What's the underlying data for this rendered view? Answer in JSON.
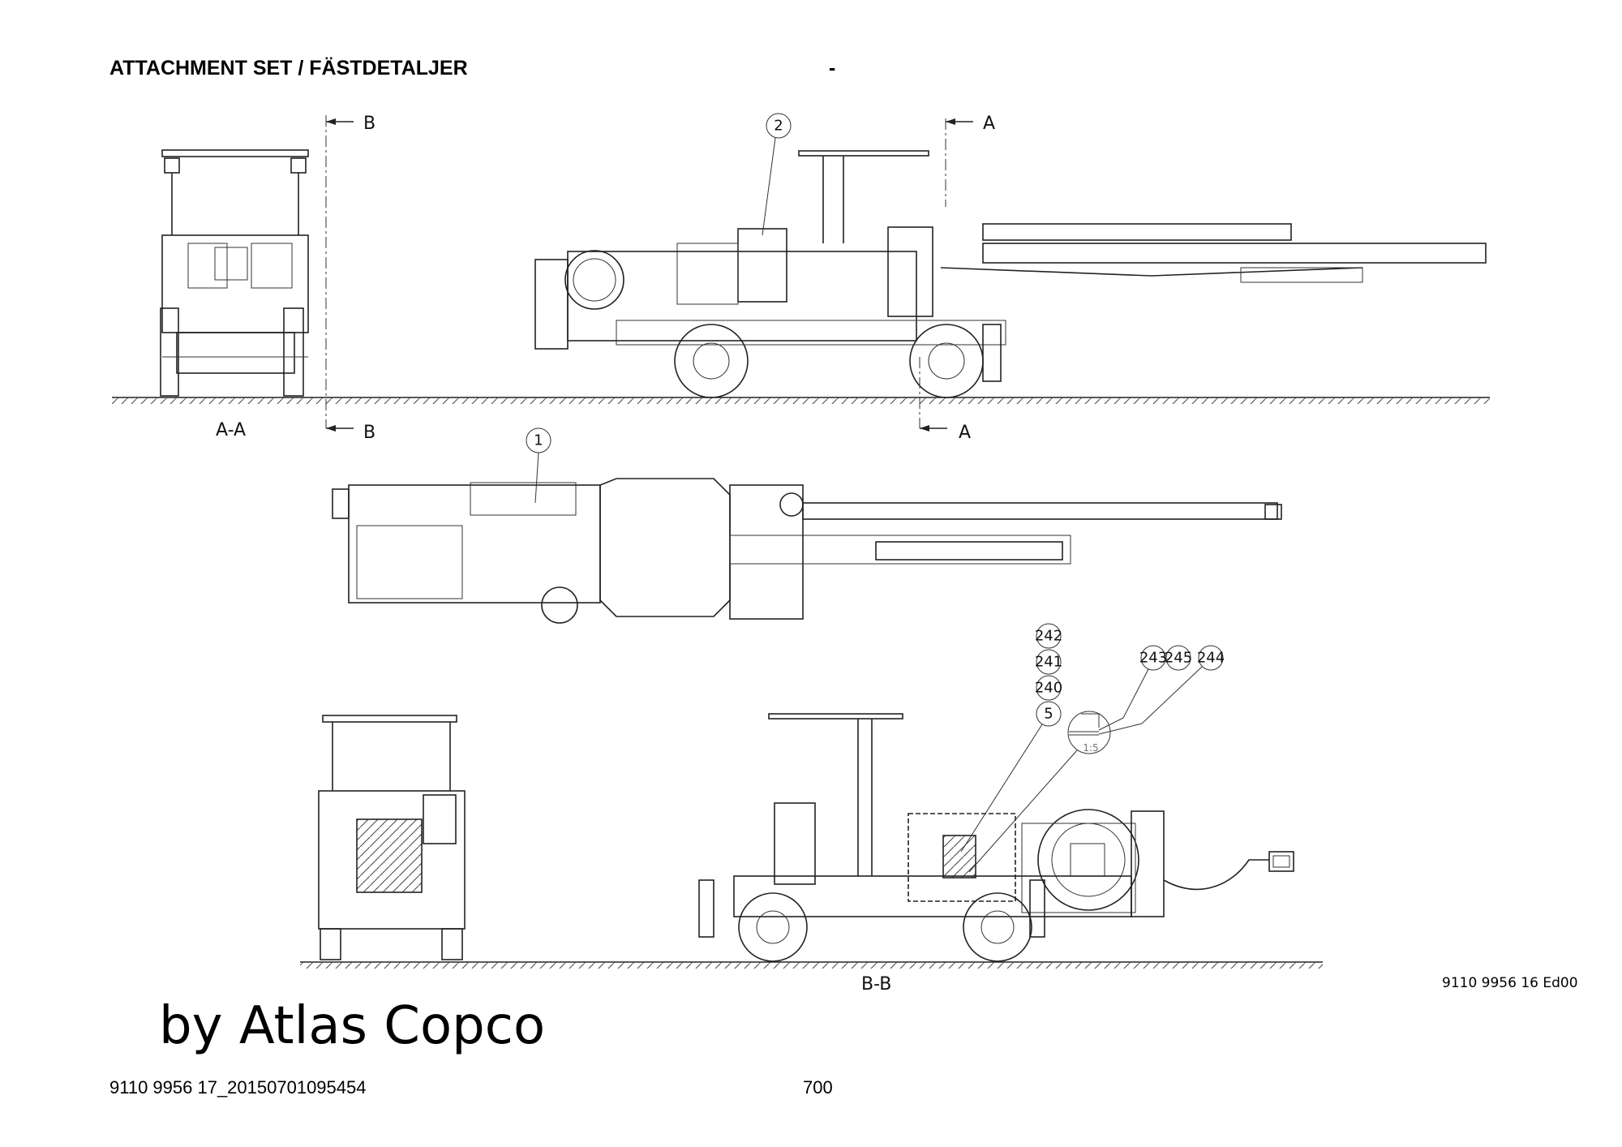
{
  "header": {
    "title": "ATTACHMENT SET / FÄSTDETALJER",
    "separator": "-"
  },
  "drawing": {
    "section_labels": {
      "aa": "A-A",
      "bb": "B-B",
      "a_top": "A",
      "a_bottom": "A",
      "b_top": "B",
      "b_bottom": "B"
    },
    "balloons": [
      "2",
      "1",
      "242",
      "241",
      "240",
      "5",
      "243",
      "245",
      "244"
    ],
    "detail_scale": "1:5"
  },
  "doc_number": "9110 9956 16 Ed00",
  "brand": "by Atlas Copco",
  "footer": {
    "file_id": "9110 9956 17_20150701095454",
    "page": "700"
  }
}
